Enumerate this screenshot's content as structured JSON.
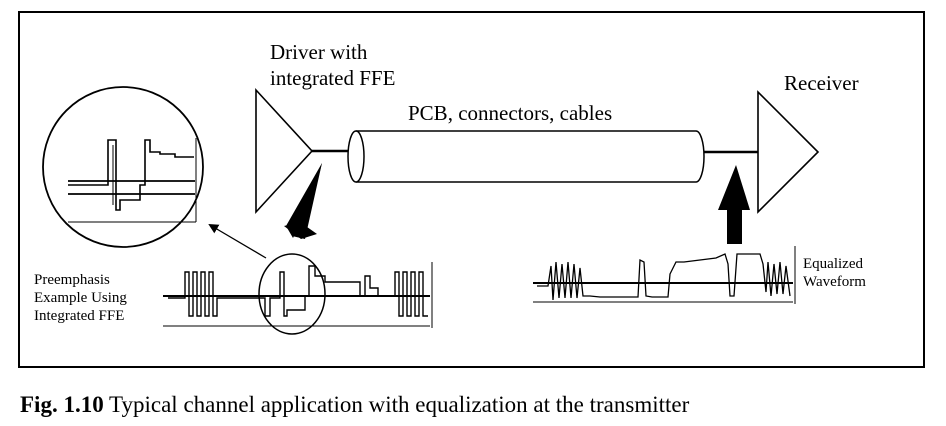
{
  "labels": {
    "driver_line1": "Driver with",
    "driver_line2": "integrated FFE",
    "channel": "PCB, connectors, cables",
    "receiver": "Receiver",
    "preemph_line1": "Preemphasis",
    "preemph_line2": "Example Using",
    "preemph_line3": "Integrated FFE",
    "equalized_line1": "Equalized",
    "equalized_line2": "Waveform"
  },
  "caption": {
    "number": "Fig. 1.10",
    "text": "Typical channel application with equalization at the transmitter"
  },
  "colors": {
    "line": "#000000",
    "background": "#ffffff"
  }
}
